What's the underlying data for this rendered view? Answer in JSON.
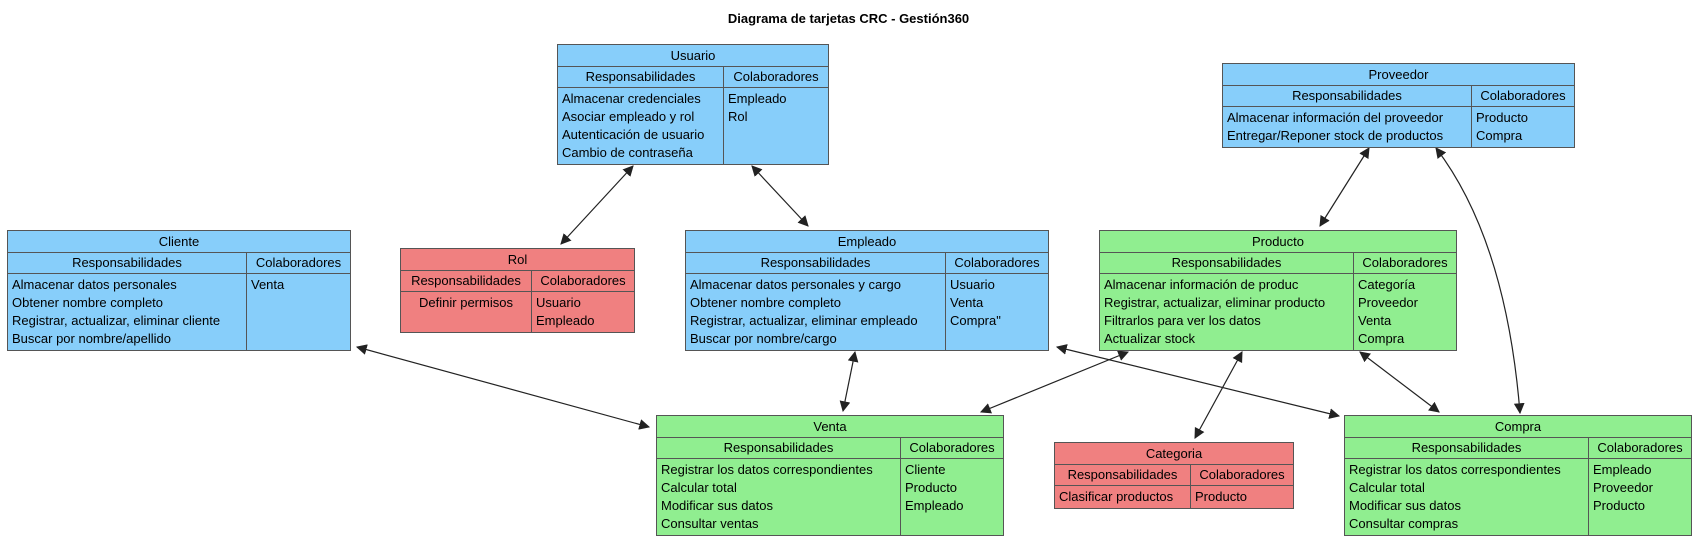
{
  "title": "Diagrama de tarjetas CRC - Gestión360",
  "headers": {
    "resp": "Responsabilidades",
    "colab": "Colaboradores"
  },
  "cards": {
    "usuario": {
      "name": "Usuario",
      "resp": [
        "Almacenar credenciales",
        "Asociar empleado y rol",
        "Autenticación de usuario",
        "Cambio de contraseña"
      ],
      "colab": [
        "Empleado",
        "Rol"
      ]
    },
    "proveedor": {
      "name": "Proveedor",
      "resp": [
        "Almacenar información del proveedor",
        "Entregar/Reponer stock de productos"
      ],
      "colab": [
        "Producto",
        "Compra"
      ]
    },
    "cliente": {
      "name": "Cliente",
      "resp": [
        "Almacenar datos personales",
        "Obtener nombre completo",
        "Registrar, actualizar, eliminar cliente",
        "Buscar por nombre/apellido"
      ],
      "colab": [
        "Venta"
      ]
    },
    "rol": {
      "name": "Rol",
      "resp": [
        "Definir permisos"
      ],
      "colab": [
        "Usuario",
        "Empleado"
      ]
    },
    "empleado": {
      "name": "Empleado",
      "resp": [
        "Almacenar datos personales y cargo",
        "Obtener nombre completo",
        "Registrar, actualizar, eliminar empleado",
        "Buscar por nombre/cargo"
      ],
      "colab": [
        "Usuario",
        "Venta",
        "Compra\""
      ]
    },
    "producto": {
      "name": "Producto",
      "resp": [
        "Almacenar información de produc",
        "Registrar, actualizar, eliminar producto",
        "Filtrarlos para ver los datos",
        "Actualizar stock"
      ],
      "colab": [
        "Categoría",
        "Proveedor",
        "Venta",
        "Compra"
      ]
    },
    "venta": {
      "name": "Venta",
      "resp": [
        "Registrar los datos correspondientes",
        "Calcular total",
        "Modificar sus datos",
        "Consultar ventas"
      ],
      "colab": [
        "Cliente",
        "Producto",
        "Empleado"
      ]
    },
    "categoria": {
      "name": "Categoria",
      "resp": [
        "Clasificar productos"
      ],
      "colab": [
        "Producto"
      ]
    },
    "compra": {
      "name": "Compra",
      "resp": [
        "Registrar los datos correspondientes",
        "Calcular total",
        "Modificar sus datos",
        "Consultar compras"
      ],
      "colab": [
        "Empleado",
        "Proveedor",
        "Producto"
      ]
    }
  },
  "colors": {
    "entity": "#87cefa",
    "transaction": "#90ee90",
    "support": "#f08080"
  }
}
